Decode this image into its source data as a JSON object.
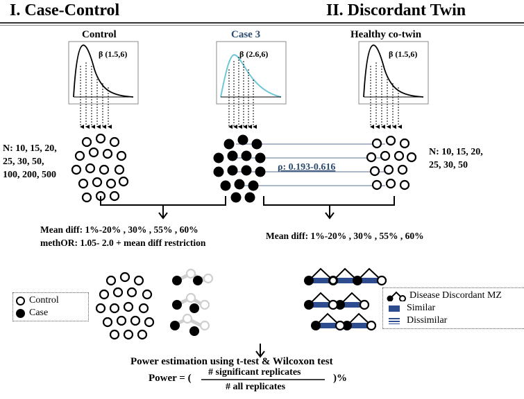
{
  "header": {
    "left_title": "I. Case-Control",
    "right_title": "II. Discordant Twin"
  },
  "distributions": {
    "control": {
      "label": "Control",
      "param": "β (1.5,6)"
    },
    "case": {
      "label": "Case 3",
      "param": "β (2.6,6)",
      "color": "#6ec6d8",
      "label_color": "#2b4a6f"
    },
    "cotwin": {
      "label": "Healthy co-twin",
      "param": "β (1.5,6)"
    }
  },
  "sample_sizes": {
    "left": [
      "N: 10, 15, 20,",
      "25, 30, 50,",
      "100, 200, 500"
    ],
    "right": [
      "N: 10, 15, 20,",
      "25, 30, 50"
    ]
  },
  "rho": {
    "text": "ρ: 0.193-0.616",
    "color": "#2b4a6f"
  },
  "conditions": {
    "case_control": [
      "Mean diff: 1%-20% , 30% , 55% , 60%",
      "methOR: 1.05- 2.0 + mean diff restriction"
    ],
    "twin": "Mean diff: 1%-20% , 30% , 55% , 60%"
  },
  "legend_left": {
    "control": "Control",
    "case": "Case"
  },
  "legend_right": {
    "pair": "Disease Discordant MZ",
    "similar": "Similar",
    "dissimilar": "Dissimilar",
    "bar_color": "#2e4d8f"
  },
  "power": {
    "title": "Power estimation using t-test & Wilcoxon test",
    "prefix": "Power = (",
    "numerator": "# significant replicates",
    "denominator": "# all replicates",
    "suffix": ")%"
  }
}
